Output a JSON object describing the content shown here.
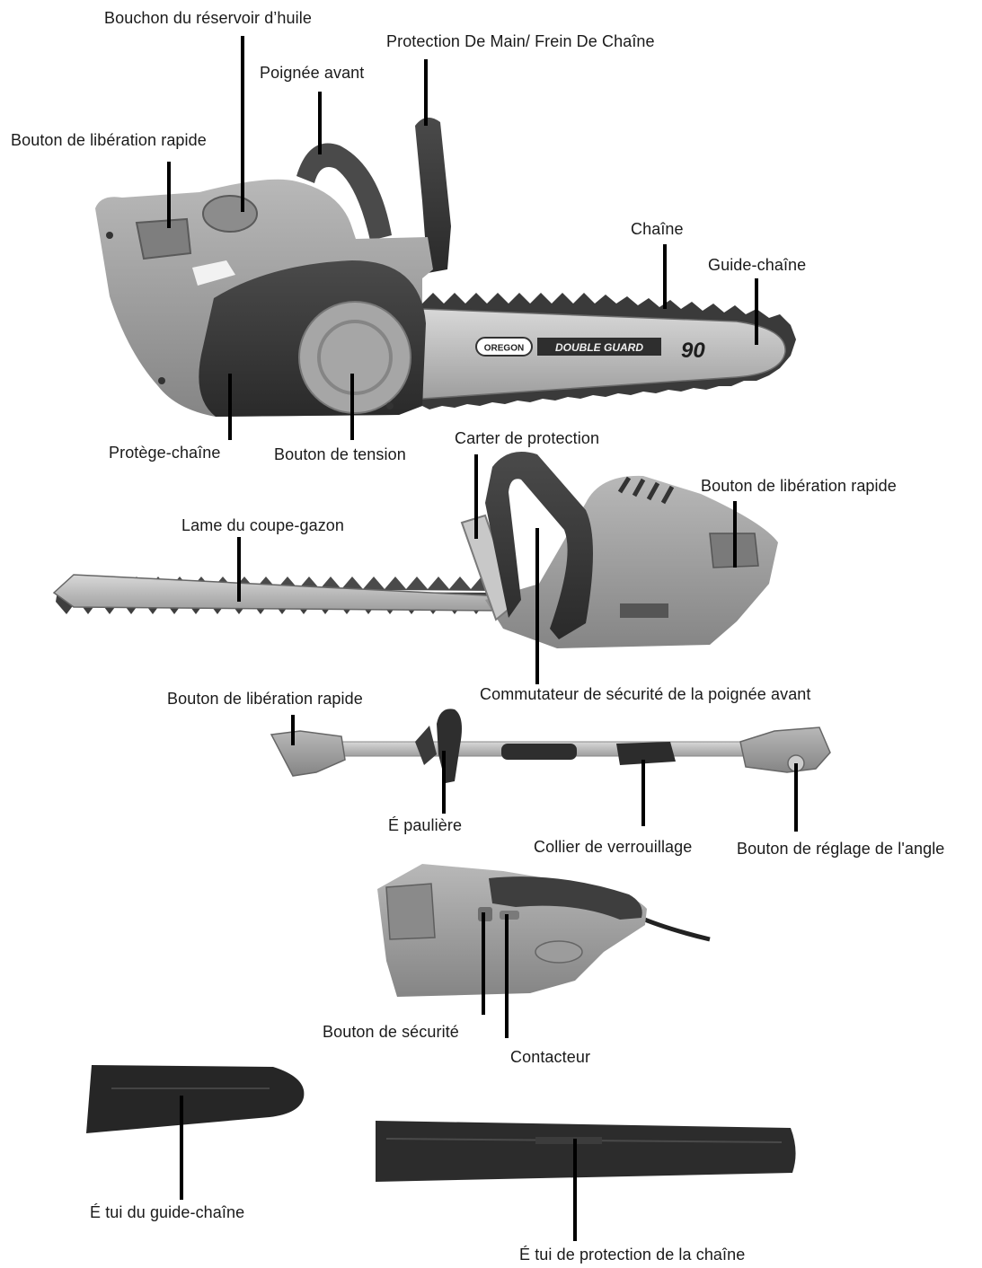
{
  "labels": {
    "chainsaw": {
      "oil_cap": "Bouchon du réservoir d’huile",
      "hand_guard": "Protection De Main/ Frein De Chaîne",
      "front_handle": "Poignée avant",
      "quick_release": "Bouton de libération rapide",
      "chain": "Chaîne",
      "guide_bar": "Guide-chaîne",
      "chain_cover": "Protège-chaîne",
      "tension_knob": "Bouton de tension"
    },
    "hedge_trimmer": {
      "guard": "Carter de protection",
      "quick_release": "Bouton de libération rapide",
      "blade": "Lame du coupe-gazon",
      "safety_switch": "Commutateur de sécurité de la poignée avant"
    },
    "pole": {
      "quick_release": "Bouton de libération rapide",
      "shoulder_strap": "É paulière",
      "lock_collar": "Collier de verrouillage",
      "angle_knob": "Bouton de réglage de l'angle"
    },
    "motor": {
      "safety_button": "Bouton de sécurité",
      "switch": "Contacteur"
    },
    "covers": {
      "bar_sheath": "É tui du guide-chaîne",
      "chain_sheath": "É tui de protection de la chaîne"
    }
  },
  "printed_marks": {
    "bar_brand": "OREGON",
    "bar_model": "DOUBLE GUARD",
    "bar_number": "90"
  },
  "colors": {
    "body_grey": "#9a9a9a",
    "dark_grey": "#3c3c3c",
    "line": "#000000"
  }
}
